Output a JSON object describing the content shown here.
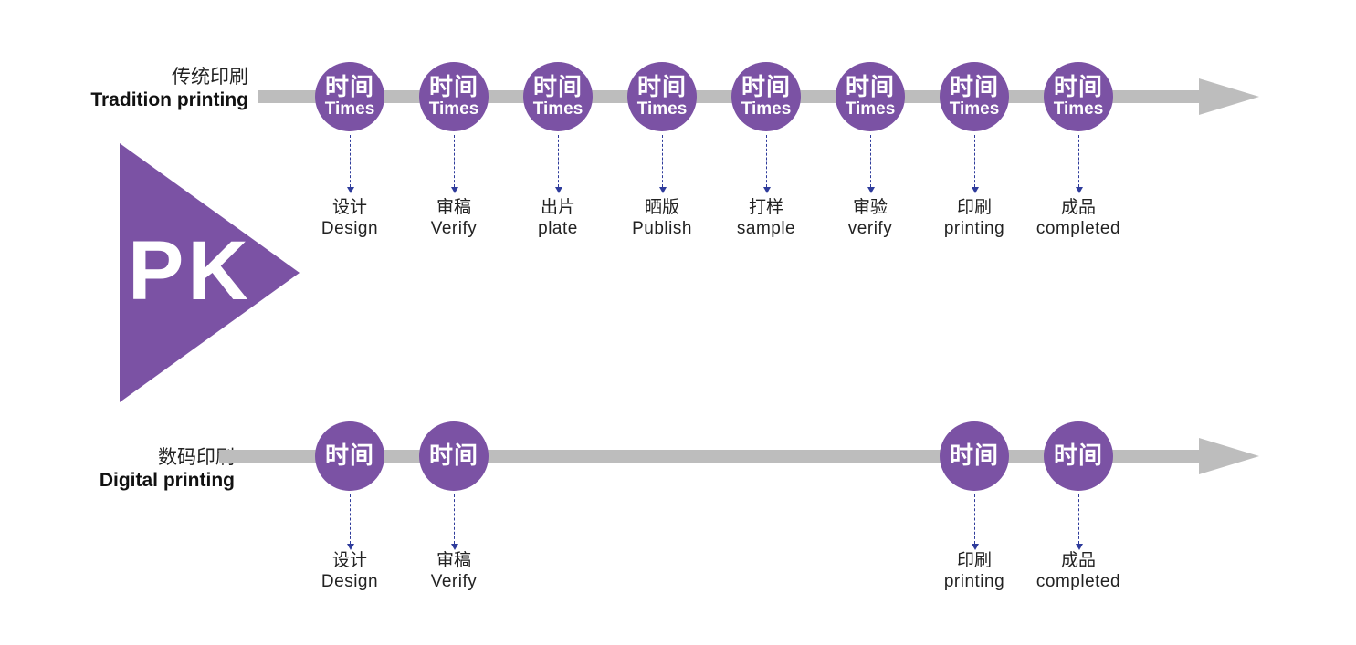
{
  "pk_label": "PK",
  "colors": {
    "accent": "#7b52a4",
    "bar": "#bdbdbd",
    "connector": "#2e3b9b"
  },
  "rows": [
    {
      "key": "traditional",
      "title_cn": "传统印刷",
      "title_en": "Tradition printing",
      "nodes": [
        {
          "node_cn": "时间",
          "node_en": "Times",
          "step_cn": "设计",
          "step_en": "Design"
        },
        {
          "node_cn": "时间",
          "node_en": "Times",
          "step_cn": "审稿",
          "step_en": "Verify"
        },
        {
          "node_cn": "时间",
          "node_en": "Times",
          "step_cn": "出片",
          "step_en": "plate"
        },
        {
          "node_cn": "时间",
          "node_en": "Times",
          "step_cn": "晒版",
          "step_en": "Publish"
        },
        {
          "node_cn": "时间",
          "node_en": "Times",
          "step_cn": "打样",
          "step_en": "sample"
        },
        {
          "node_cn": "时间",
          "node_en": "Times",
          "step_cn": "审验",
          "step_en": "verify"
        },
        {
          "node_cn": "时间",
          "node_en": "Times",
          "step_cn": "印刷",
          "step_en": "printing"
        },
        {
          "node_cn": "时间",
          "node_en": "Times",
          "step_cn": "成品",
          "step_en": "completed"
        }
      ]
    },
    {
      "key": "digital",
      "title_cn": "数码印刷",
      "title_en": "Digital printing",
      "nodes": [
        {
          "node_cn": "时间",
          "node_en": "",
          "step_cn": "设计",
          "step_en": "Design"
        },
        {
          "node_cn": "时间",
          "node_en": "",
          "step_cn": "审稿",
          "step_en": "Verify"
        },
        {
          "node_cn": "时间",
          "node_en": "",
          "step_cn": "印刷",
          "step_en": "printing"
        },
        {
          "node_cn": "时间",
          "node_en": "",
          "step_cn": "成品",
          "step_en": "completed"
        }
      ]
    }
  ]
}
